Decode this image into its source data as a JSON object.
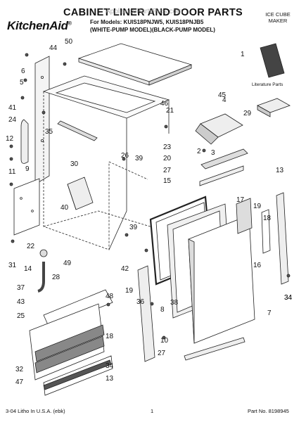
{
  "header": {
    "title": "CABINET LINER AND DOOR PARTS",
    "watermark": "AppliancePartsPros.com",
    "brand": "KitchenAid",
    "models_line1": "For Models: KUIS18PNJW5, KUIS18PNJB5",
    "models_line2": "(WHITE-PUMP MODEL)(BLACK-PUMP MODEL)",
    "category_line1": "ICE CUBE",
    "category_line2": "MAKER"
  },
  "labels": {
    "literature_parts": "Literature Parts"
  },
  "footer": {
    "left": "3-04 Litho In U.S.A. (ebk)",
    "center": "1",
    "right": "Part No. 8198945"
  },
  "callouts": [
    "50",
    "44",
    "6",
    "5",
    "41",
    "24",
    "35",
    "12",
    "9",
    "11",
    "45",
    "46",
    "21",
    "4",
    "29",
    "1",
    "23",
    "2",
    "20",
    "3",
    "27",
    "26",
    "30",
    "39",
    "13",
    "40",
    "15",
    "17",
    "19",
    "18",
    "22",
    "31",
    "14",
    "28",
    "39",
    "42",
    "49",
    "37",
    "43",
    "25",
    "32",
    "47",
    "48",
    "19",
    "18",
    "16",
    "36",
    "8",
    "38",
    "10",
    "34",
    "27",
    "7",
    "13",
    "34",
    "34"
  ]
}
